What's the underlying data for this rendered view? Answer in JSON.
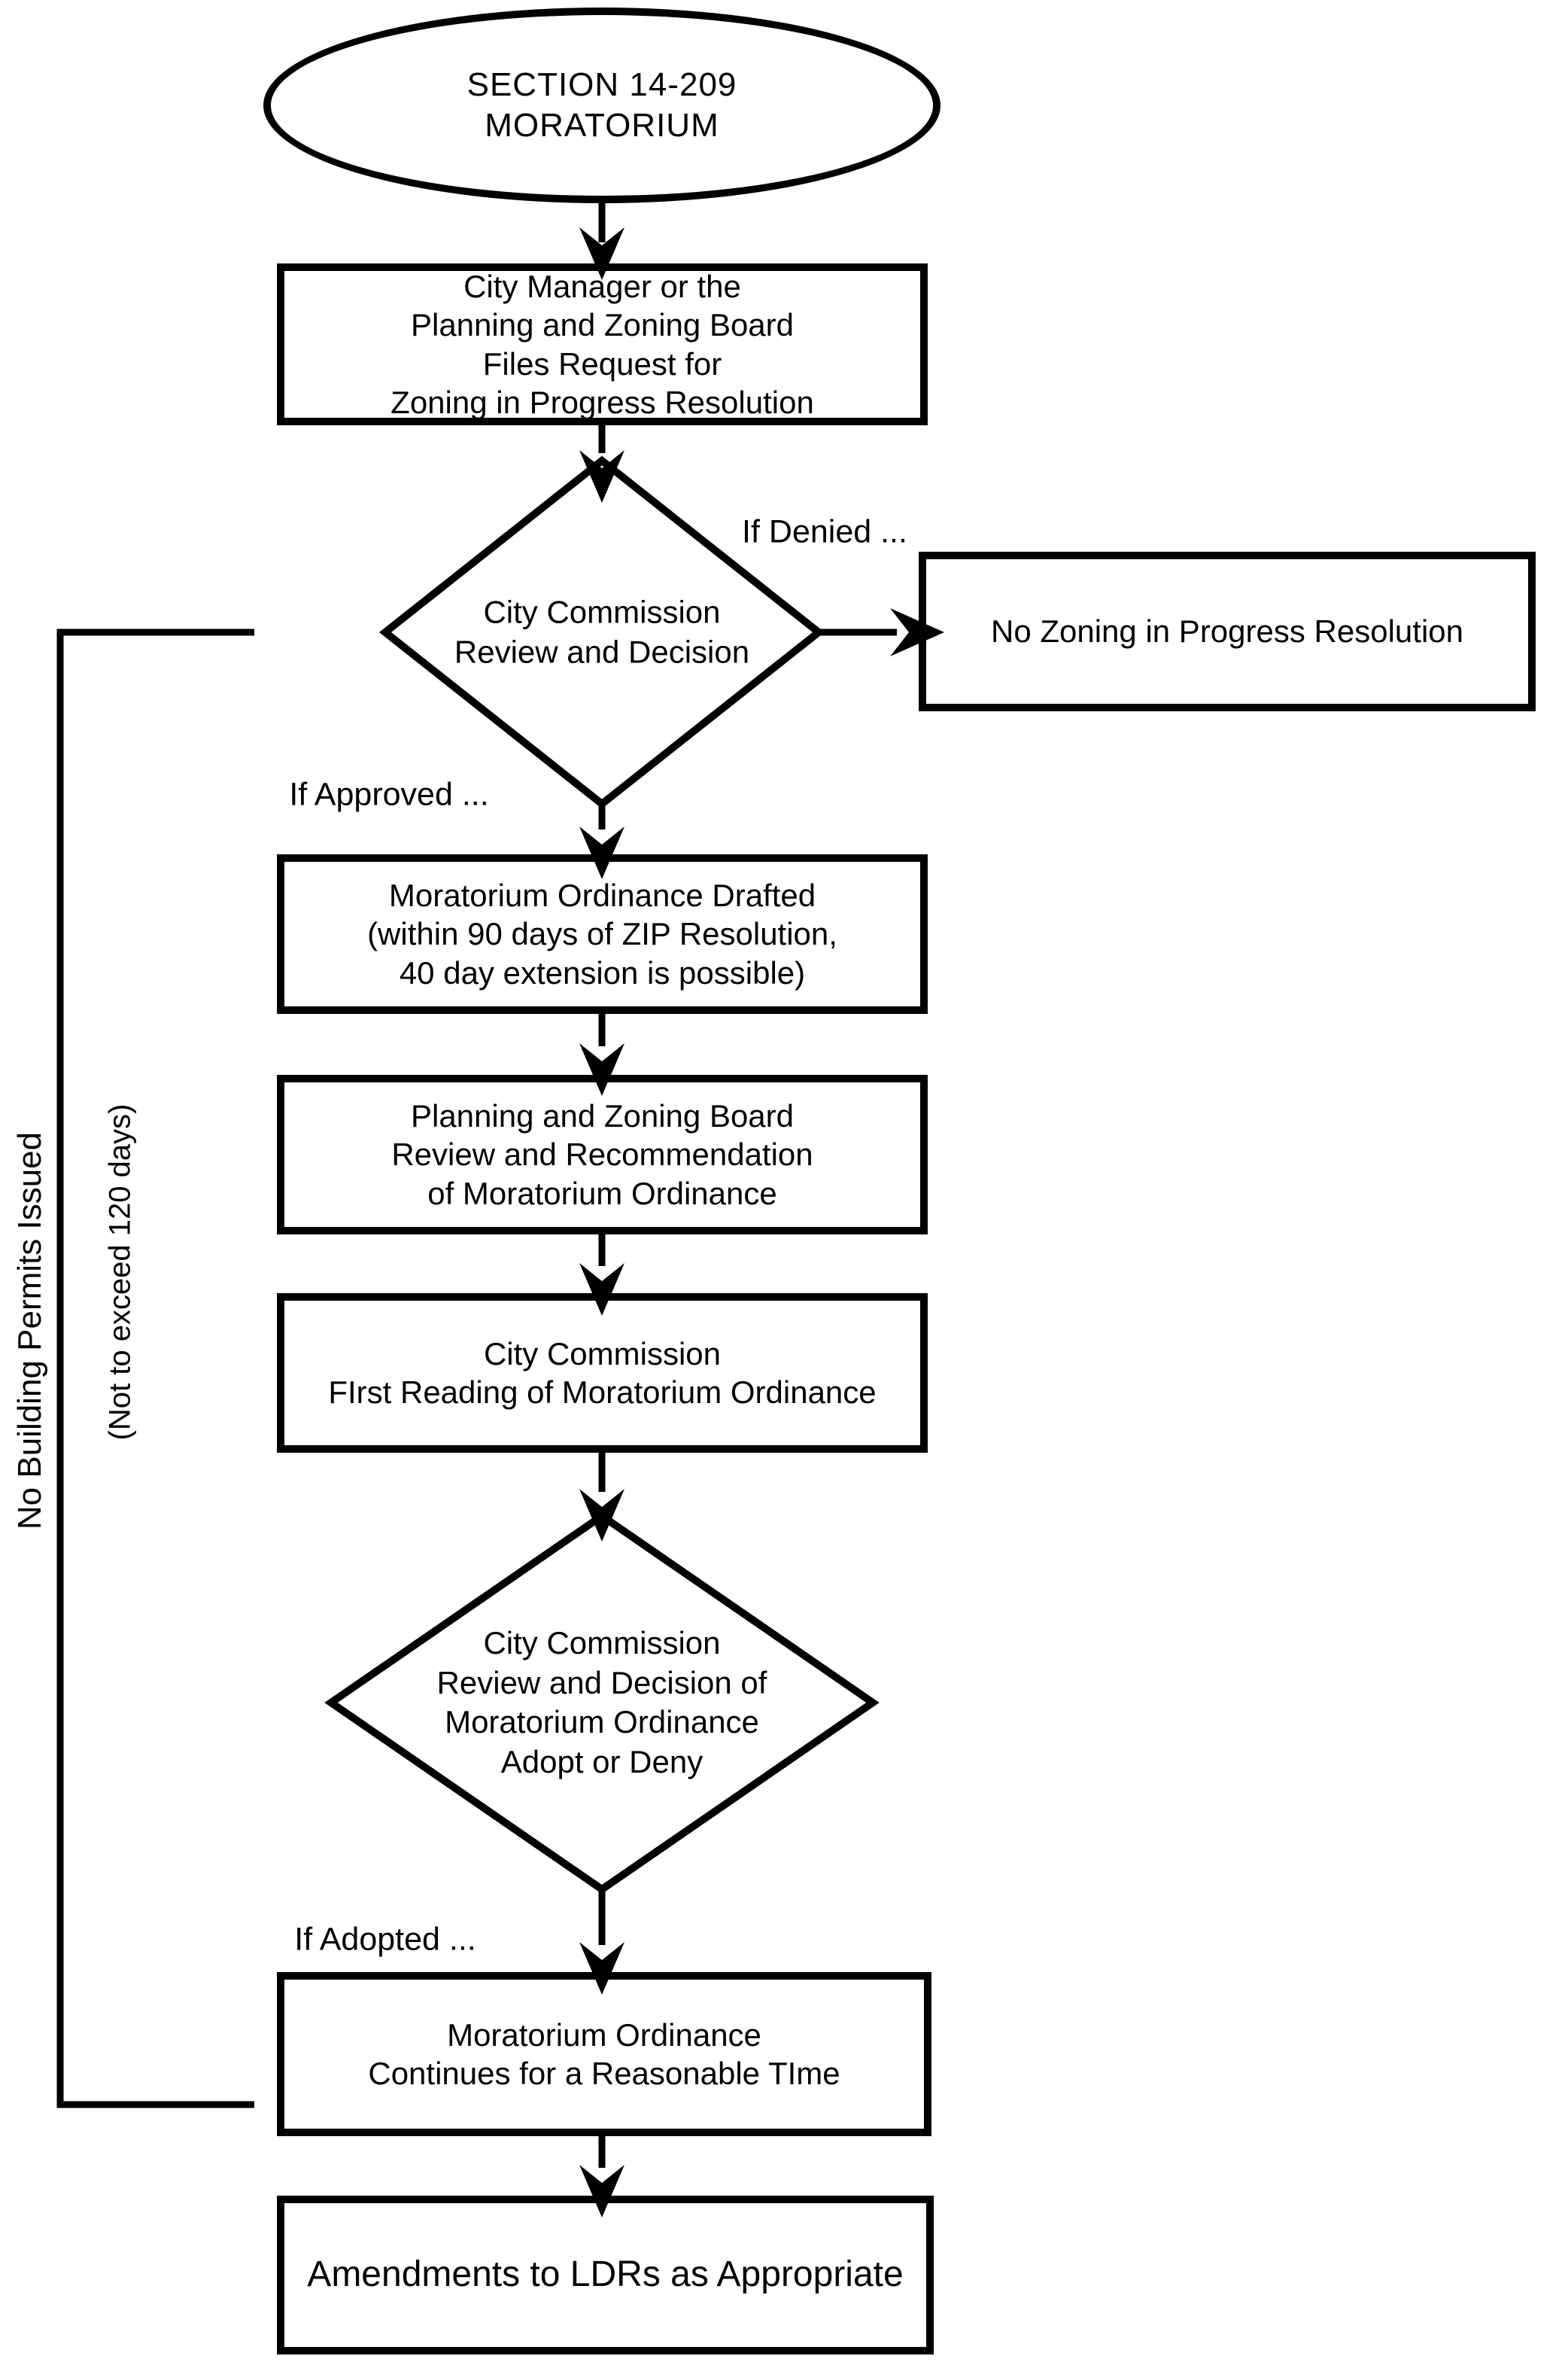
{
  "page": {
    "background": "#ffffff",
    "ink": "#000000"
  },
  "nodes": {
    "start": {
      "label": "SECTION 14-209\nMORATORIUM"
    },
    "file_request": {
      "label": "City Manager or the\nPlanning and Zoning Board\nFiles Request for\nZoning in Progress Resolution"
    },
    "cc_review": {
      "label": "City Commission\nReview and Decision"
    },
    "no_zip": {
      "label": "No Zoning in Progress Resolution"
    },
    "drafted": {
      "label": "Moratorium Ordinance Drafted\n(within 90 days of ZIP Resolution,\n40 day extension is possible)"
    },
    "pz_review": {
      "label": "Planning and Zoning Board\nReview and Recommendation\nof Moratorium Ordinance"
    },
    "first_reading": {
      "label": "City Commission\nFIrst Reading of Moratorium Ordinance"
    },
    "adopt_decision": {
      "label": "City Commission\nReview and Decision of\nMoratorium Ordinance\nAdopt or Deny"
    },
    "continues": {
      "label": "Moratorium Ordinance\nContinues for a Reasonable TIme"
    },
    "amendments": {
      "label": "Amendments to LDRs as Appropriate"
    }
  },
  "edge_labels": {
    "if_denied": "If Denied ...",
    "if_approved": "If Approved ...",
    "if_adopted": "If Adopted ..."
  },
  "side_labels": {
    "no_building_permits": "No Building Permits Issued",
    "not_to_exceed": "(Not to exceed 120 days)"
  }
}
